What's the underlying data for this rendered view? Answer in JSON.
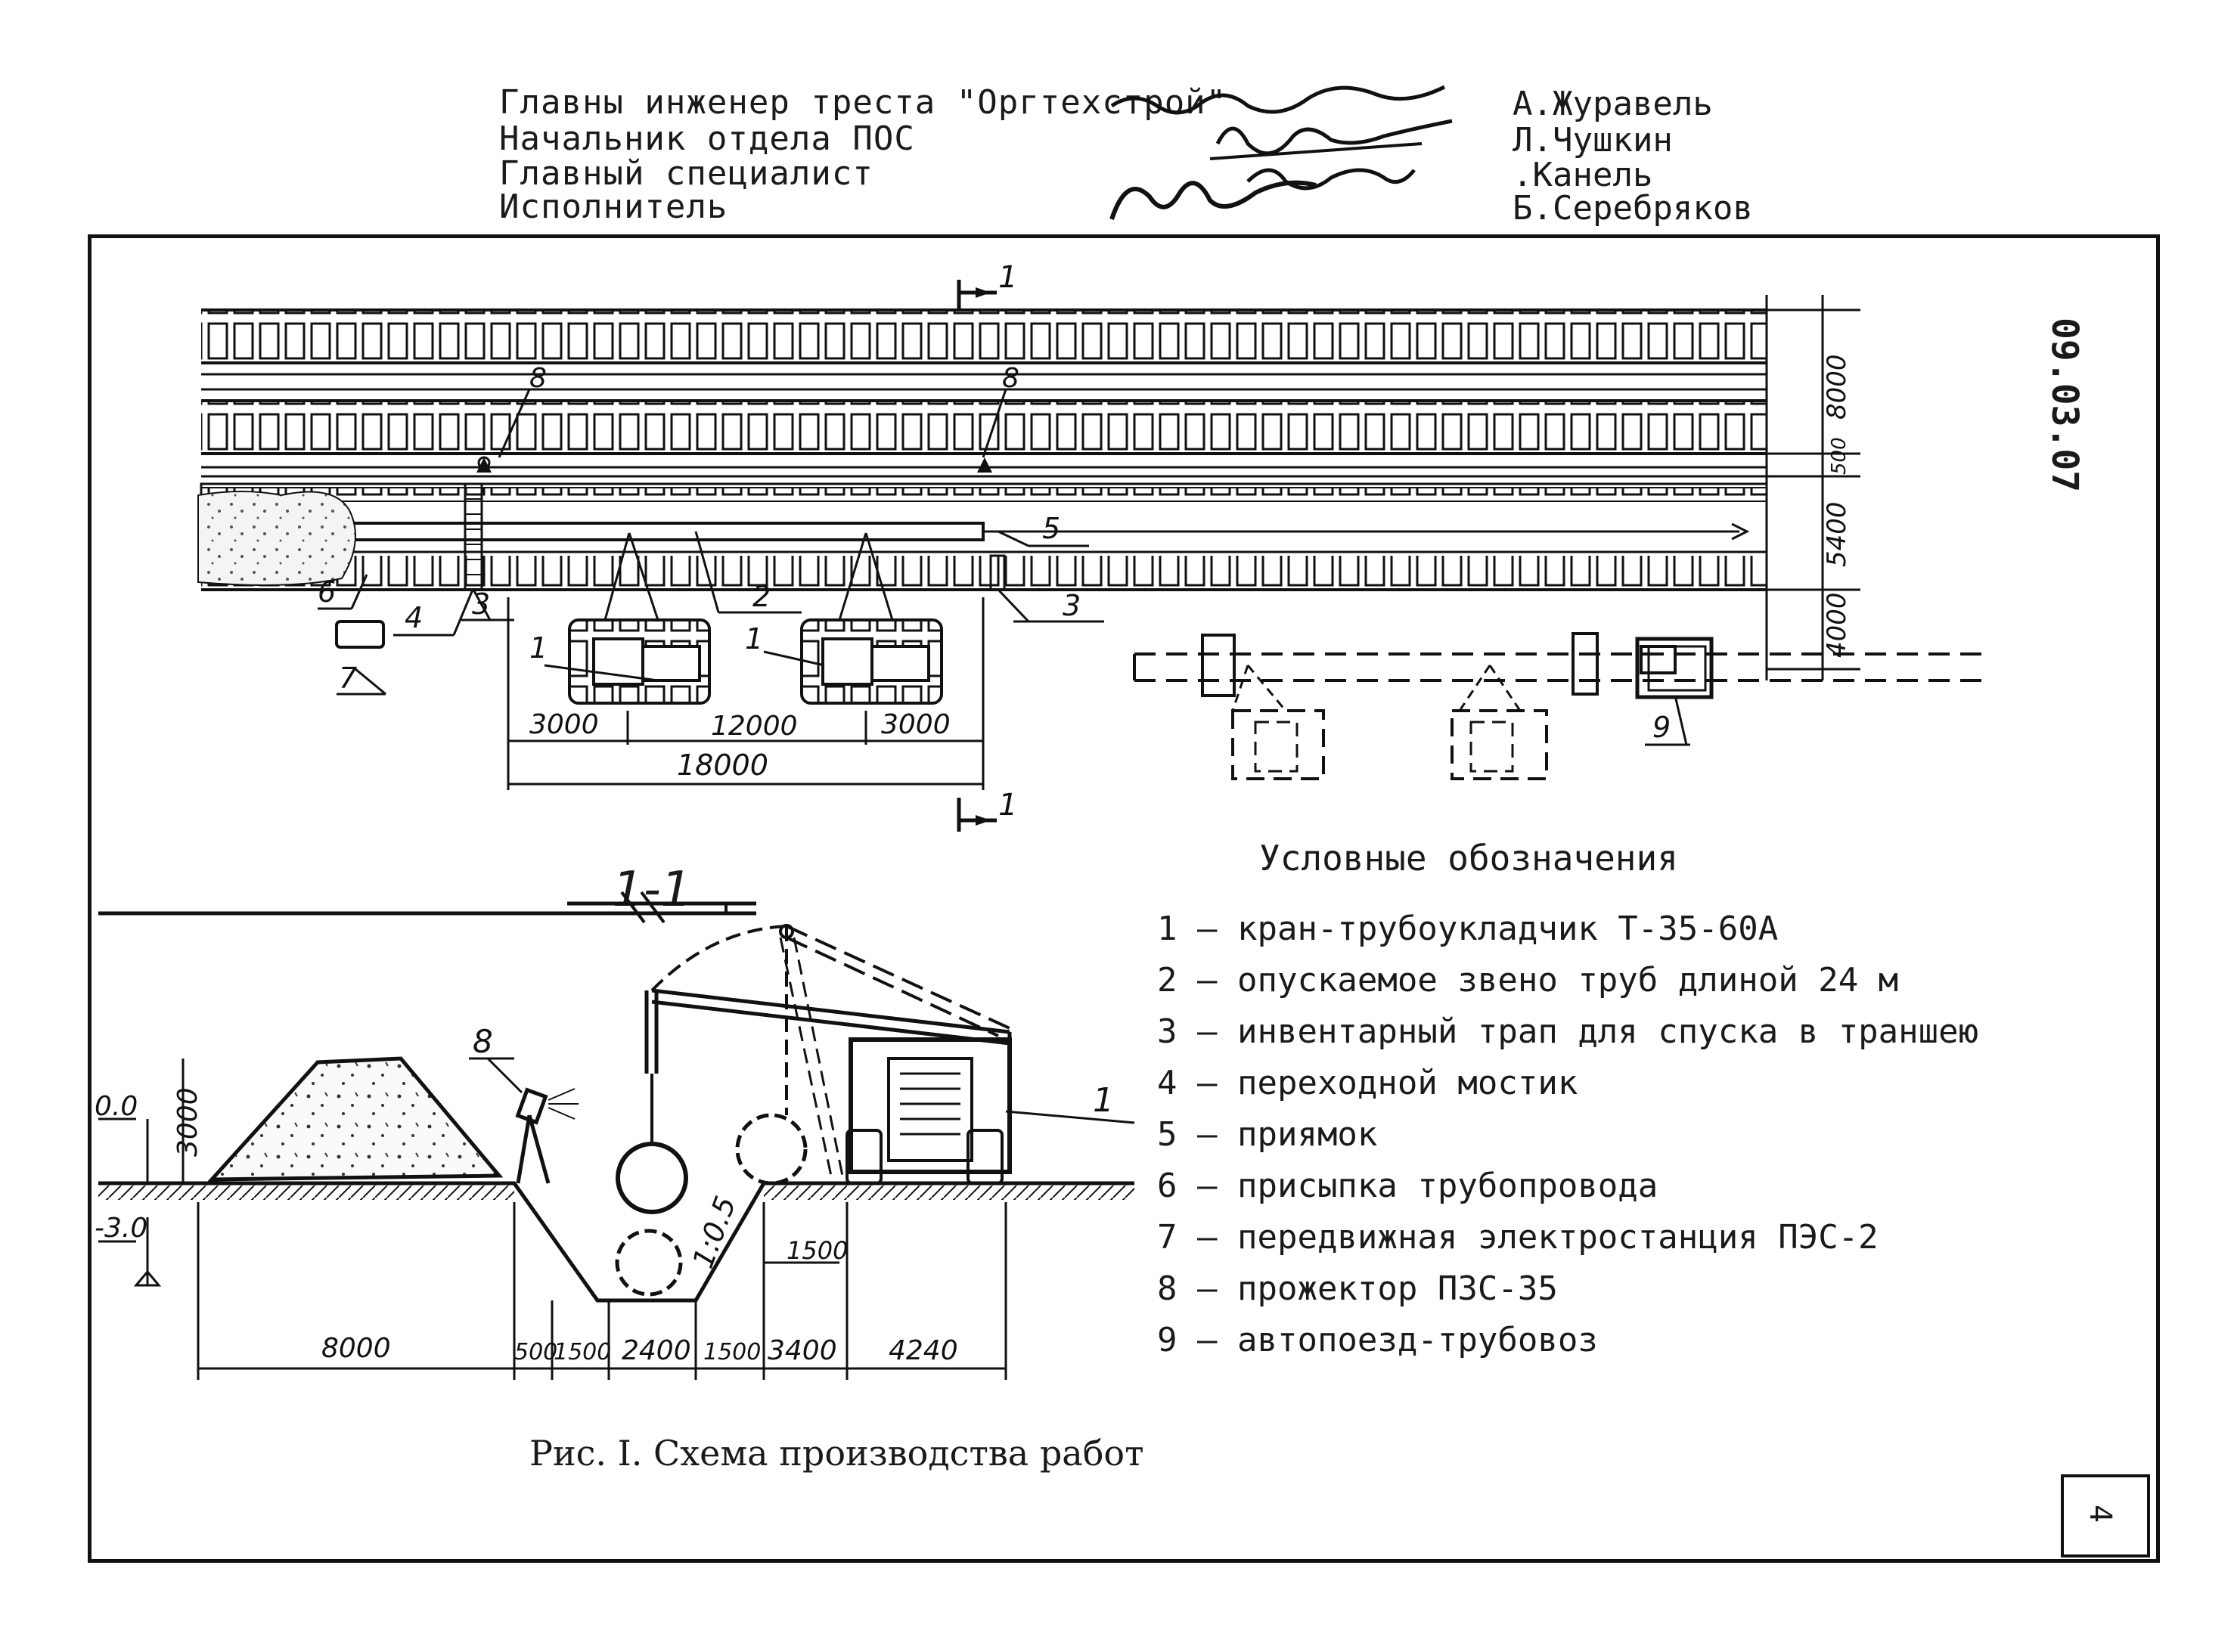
{
  "header": {
    "rows": [
      {
        "position": "Главны инженер треста \"Оргтехстрой\"",
        "name": "А.Журавель"
      },
      {
        "position": "Начальник отдела ПОС",
        "name": "Л.Чушкин"
      },
      {
        "position": "Главный специалист",
        "name": ".Канель"
      },
      {
        "position": "Исполнитель",
        "name": "Б.Серебряков"
      }
    ]
  },
  "document": {
    "number": "09.03.07",
    "page": "4"
  },
  "plan": {
    "dims_right": [
      "8000",
      "500",
      "5400",
      "4000"
    ],
    "dims_bottom": [
      "3000",
      "12000",
      "3000"
    ],
    "dim_total": "18000",
    "section_mark": "1",
    "callouts": [
      "1",
      "1",
      "2",
      "3",
      "3",
      "4",
      "5",
      "6",
      "7",
      "8",
      "8",
      "9"
    ]
  },
  "section": {
    "title": "1-1",
    "level_top": "0.0",
    "level_bottom": "-3.0",
    "height_dim": "3000",
    "slope": "1:0.5",
    "dim_1500_right": "1500",
    "dims_bottom": [
      "8000",
      "500",
      "1500",
      "2400",
      "1500",
      "3400",
      "4240"
    ],
    "callouts": [
      "8",
      "1"
    ]
  },
  "legend": {
    "title": "Условные обозначения",
    "items": [
      {
        "num": "1",
        "text": "кран-трубоукладчик Т-35-60А"
      },
      {
        "num": "2",
        "text": "опускаемое звено труб длиной 24 м"
      },
      {
        "num": "3",
        "text": "инвентарный трап для спуска в траншею"
      },
      {
        "num": "4",
        "text": "переходной мостик"
      },
      {
        "num": "5",
        "text": "приямок"
      },
      {
        "num": "6",
        "text": "присыпка трубопровода"
      },
      {
        "num": "7",
        "text": "передвижная электростанция ПЭС-2"
      },
      {
        "num": "8",
        "text": "прожектор ПЗС-35"
      },
      {
        "num": "9",
        "text": "автопоезд-трубовоз"
      }
    ]
  },
  "caption": "Рис. I. Схема производства работ"
}
